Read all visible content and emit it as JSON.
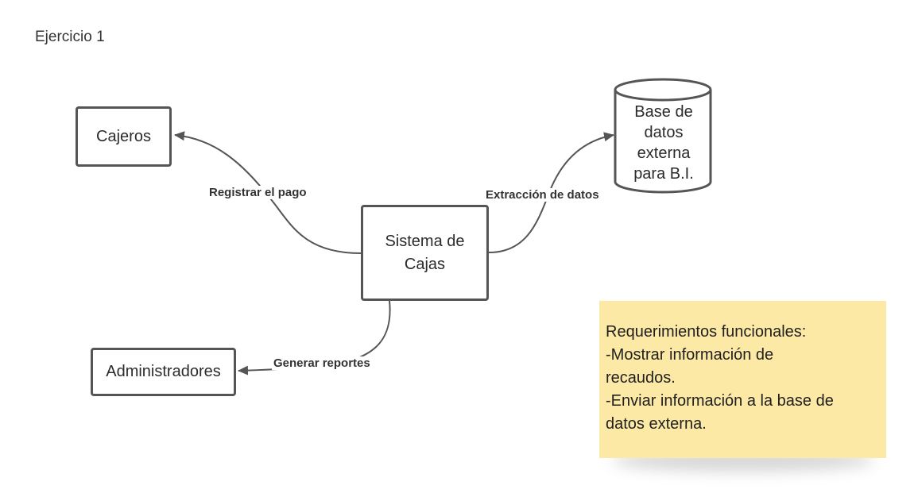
{
  "title": "Ejercicio 1",
  "nodes": {
    "cajeros": "Cajeros",
    "sistema": "Sistema de\nCajas",
    "administradores": "Administradores",
    "base_datos": "Base de\ndatos\nexterna\npara B.I."
  },
  "edges": {
    "registrar": "Registrar el pago",
    "extraccion": "Extracción de datos",
    "generar": "Generar reportes"
  },
  "note": {
    "lines": [
      "Requerimientos funcionales:",
      "-Mostrar información de\nrecaudos.",
      "-Enviar información a la base de\ndatos externa."
    ],
    "color": "#fde9a6"
  },
  "colors": {
    "stroke": "#555555",
    "text": "#2b2b2b"
  }
}
